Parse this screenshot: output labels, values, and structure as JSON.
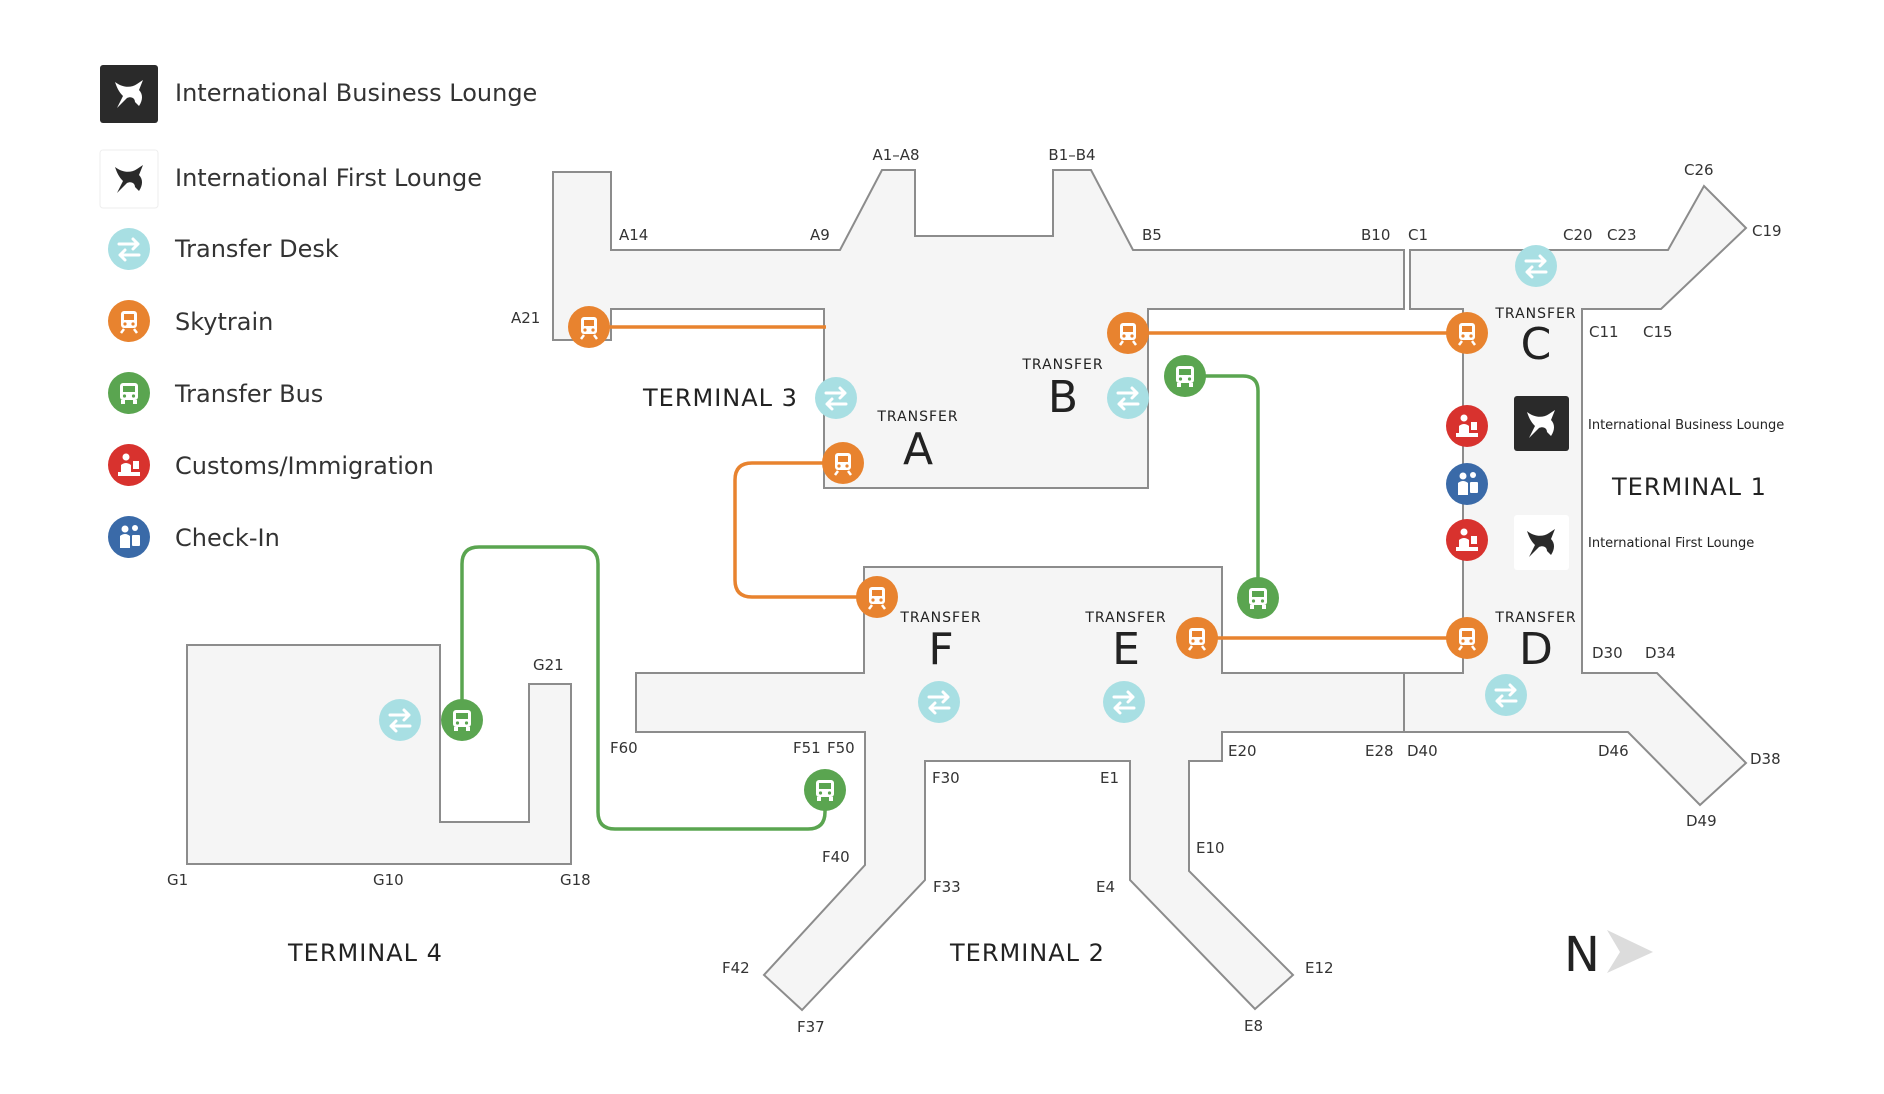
{
  "legend": [
    {
      "icon": "business-lounge-icon",
      "label": "International Business Lounge"
    },
    {
      "icon": "first-lounge-icon",
      "label": "International First Lounge"
    },
    {
      "icon": "transfer-desk-icon",
      "label": "Transfer Desk"
    },
    {
      "icon": "skytrain-icon",
      "label": "Skytrain"
    },
    {
      "icon": "transfer-bus-icon",
      "label": "Transfer Bus"
    },
    {
      "icon": "customs-icon",
      "label": "Customs/Immigration"
    },
    {
      "icon": "checkin-icon",
      "label": "Check-In"
    }
  ],
  "terminals": {
    "t1": "TERMINAL 1",
    "t2": "TERMINAL 2",
    "t3": "TERMINAL 3",
    "t4": "TERMINAL 4"
  },
  "transfers": {
    "word": "TRANSFER",
    "a": "A",
    "b": "B",
    "c": "C",
    "d": "D",
    "e": "E",
    "f": "F"
  },
  "gates": {
    "a1_a8": "A1–A8",
    "b1_b4": "B1–B4",
    "a14": "A14",
    "a9": "A9",
    "b5": "B5",
    "b10": "B10",
    "c1": "C1",
    "c20": "C20",
    "c23": "C23",
    "c26": "C26",
    "c19": "C19",
    "a21": "A21",
    "c11": "C11",
    "c15": "C15",
    "d30": "D30",
    "d34": "D34",
    "d40": "D40",
    "d46": "D46",
    "d38": "D38",
    "d49": "D49",
    "e20": "E20",
    "e28": "E28",
    "e1": "E1",
    "e10": "E10",
    "e4": "E4",
    "e12": "E12",
    "e8": "E8",
    "f60": "F60",
    "f51": "F51",
    "f50": "F50",
    "f30": "F30",
    "f40": "F40",
    "f33": "F33",
    "f42": "F42",
    "f37": "F37",
    "g21": "G21",
    "g1": "G1",
    "g10": "G10",
    "g18": "G18"
  },
  "t1_labels": {
    "business": "International Business Lounge",
    "first": "International First Lounge"
  },
  "compass": "N",
  "colors": {
    "skytrain": "#e8832f",
    "bus": "#5aa550",
    "transfer_desk": "#a8dfe3",
    "customs": "#d8322e",
    "checkin": "#3a6aa8",
    "lounge": "#2a2a2a"
  }
}
